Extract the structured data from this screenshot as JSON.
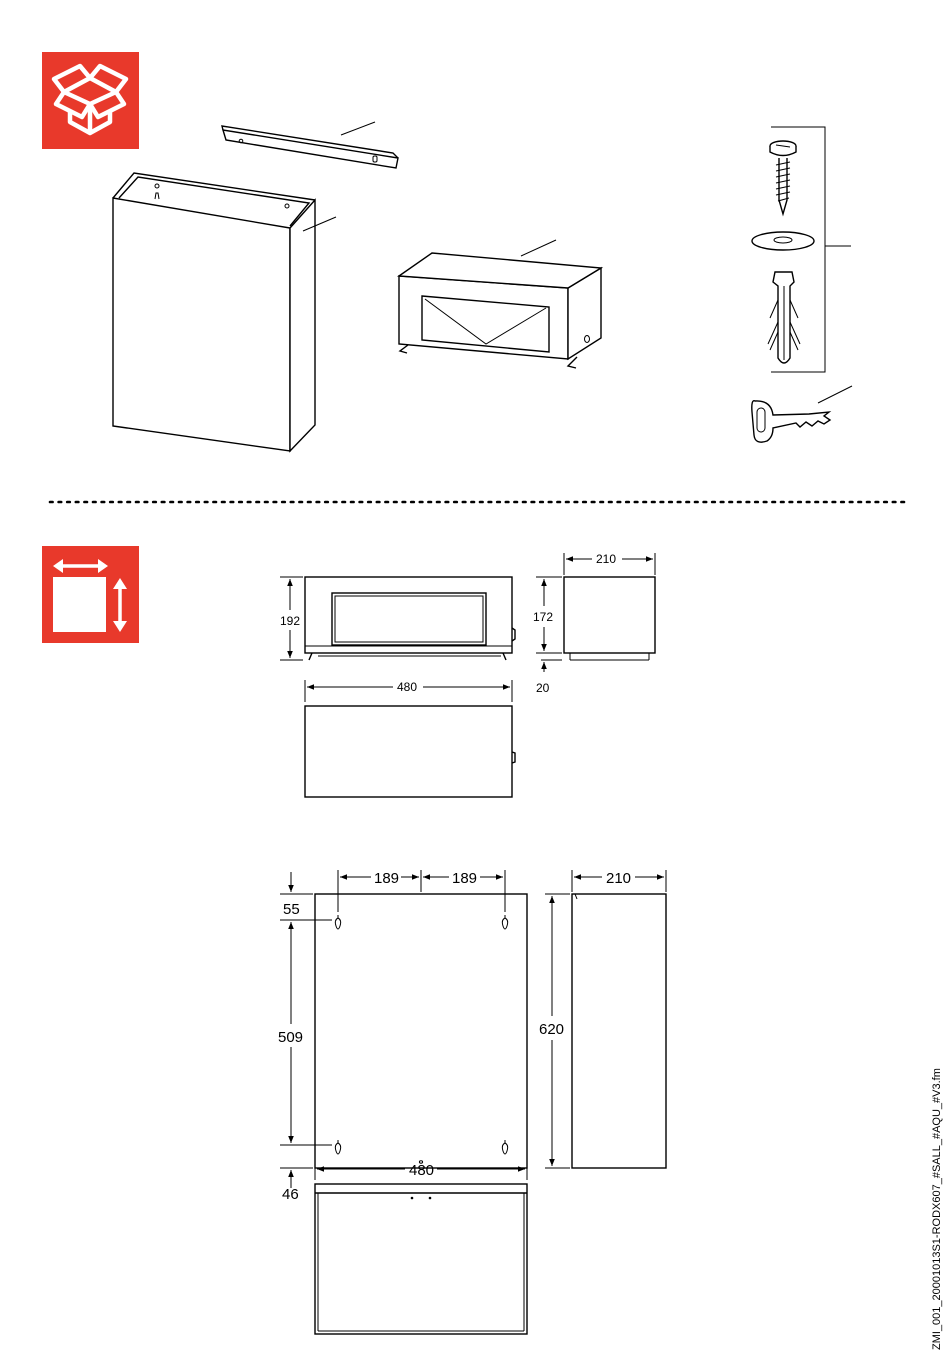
{
  "colors": {
    "icon_background": "#e8392b",
    "icon_foreground": "#ffffff",
    "line": "#000000"
  },
  "icons": {
    "package_contents": "open-box-icon",
    "dimensions": "dimensions-icon"
  },
  "parts": [
    "wall-rail",
    "bin-housing",
    "dispenser-unit",
    "screw",
    "washer",
    "wall-plug",
    "key"
  ],
  "dimensions": {
    "dispenser": {
      "height": "192",
      "depth": "210",
      "body_height": "172",
      "feet": "20",
      "width": "480"
    },
    "bin": {
      "offset_left": "189",
      "offset_right": "189",
      "depth": "210",
      "top_offset": "55",
      "hole_spacing": "509",
      "height": "620",
      "bottom_offset": "46",
      "width": "480"
    }
  },
  "file_reference": "ZMI_001_20001013S1-RODX607_#SALL_#AQU_#V3.fm"
}
